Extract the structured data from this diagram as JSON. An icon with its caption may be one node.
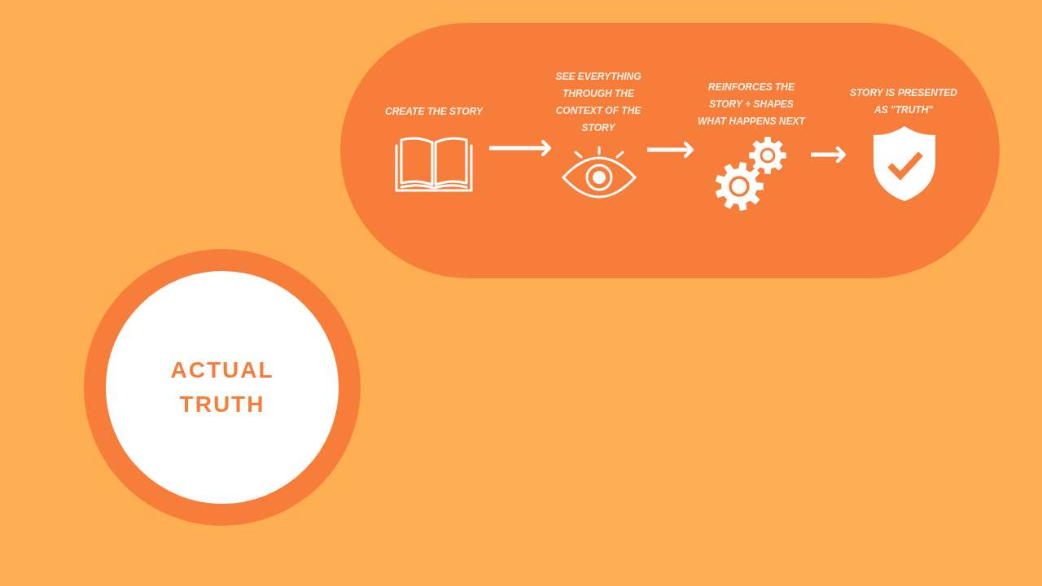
{
  "diagram": {
    "nodes": [
      {
        "text": [],
        "shape": "band"
      },
      {
        "text": [
          "CREATE THE STORY"
        ],
        "in": 0
      },
      {
        "text": [
          "SEE EVERYTHING THROUGH THE CONTEXT OF THE STORY"
        ],
        "in": 0
      },
      {
        "text": [
          "REINFORCES THE STORY + SHAPES WHAT HAPPENS NEXT"
        ],
        "in": 0
      },
      {
        "text": [
          "STORY IS PRESENTED AS \"TRUTH\""
        ],
        "in": 0
      },
      {
        "text": [
          "ACTUAL TRUTH"
        ]
      }
    ],
    "edges": [
      {
        "from": 1,
        "to": 2,
        "arrow": "to"
      },
      {
        "from": 2,
        "to": 3,
        "arrow": "to"
      },
      {
        "from": 3,
        "to": 4,
        "arrow": "to"
      }
    ]
  }
}
